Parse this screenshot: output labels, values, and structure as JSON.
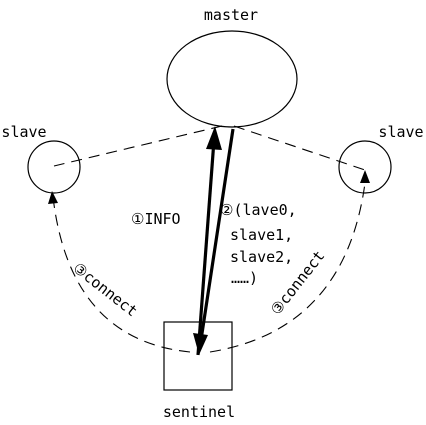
{
  "nodes": {
    "master": "master",
    "slave_left": "slave",
    "slave_right": "slave",
    "sentinel": "sentinel"
  },
  "edges": {
    "info": "①INFO",
    "reply_lines": [
      "②(lave0,",
      "slave1,",
      "slave2,",
      "……)"
    ],
    "connect_left": "③connect",
    "connect_right": "③connect"
  },
  "colors": {
    "stroke": "#000000",
    "background": "#ffffff"
  }
}
